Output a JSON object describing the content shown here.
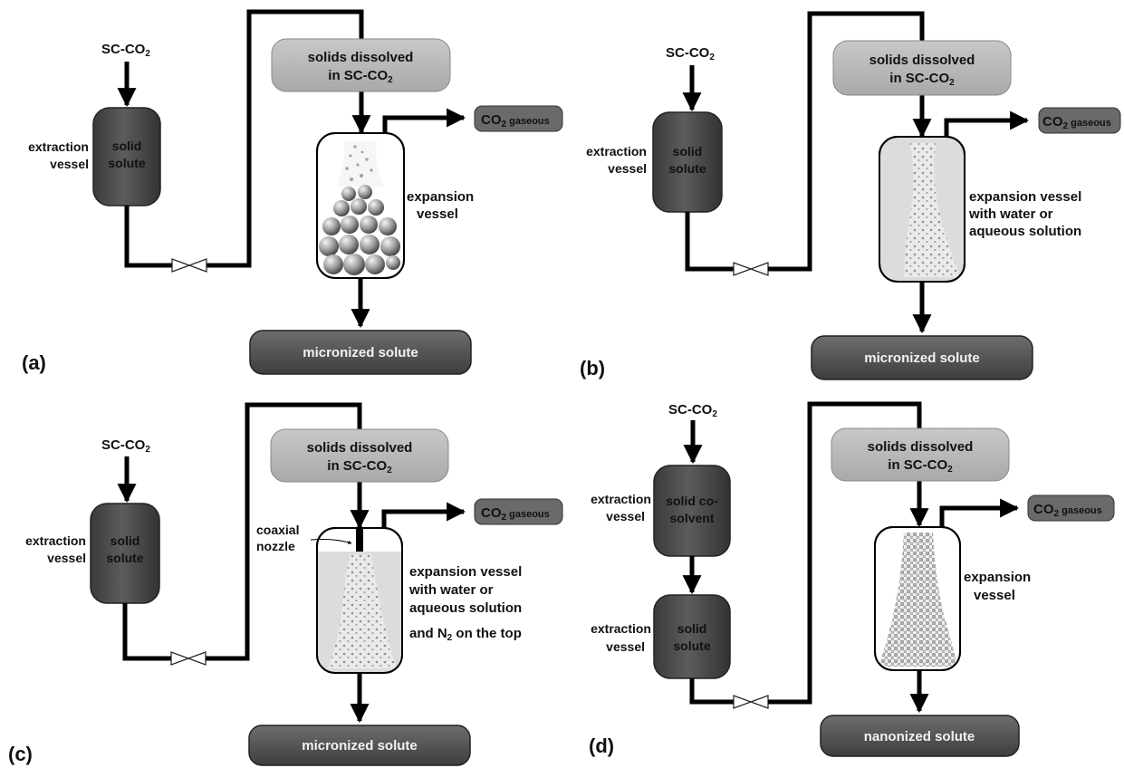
{
  "panels": [
    {
      "label": "(a)",
      "feed": {
        "main": "SC-CO",
        "sub": "2"
      },
      "vessels": [
        {
          "side_label": [
            "extraction",
            "vessel"
          ],
          "content": [
            "solid",
            "solute"
          ]
        }
      ],
      "dissolved": {
        "line1": "solids dissolved",
        "line2_main": "in SC-CO",
        "line2_sub": "2"
      },
      "exhaust": {
        "main": "CO",
        "sub": "2",
        "rest": " gaseous"
      },
      "expansion_label": [
        "expansion",
        "vessel"
      ],
      "product": "micronized solute",
      "fill": "large particles"
    },
    {
      "label": "(b)",
      "feed": {
        "main": "SC-CO",
        "sub": "2"
      },
      "vessels": [
        {
          "side_label": [
            "extraction",
            "vessel"
          ],
          "content": [
            "solid",
            "solute"
          ]
        }
      ],
      "dissolved": {
        "line1": "solids dissolved",
        "line2_main": "in SC-CO",
        "line2_sub": "2"
      },
      "exhaust": {
        "main": "CO",
        "sub": "2",
        "rest": " gaseous"
      },
      "expansion_label": [
        "expansion vessel",
        "with water or",
        "aqueous solution"
      ],
      "product": "micronized solute",
      "fill": "liquid with fine particles"
    },
    {
      "label": "(c)",
      "feed": {
        "main": "SC-CO",
        "sub": "2"
      },
      "vessels": [
        {
          "side_label": [
            "extraction",
            "vessel"
          ],
          "content": [
            "solid",
            "solute"
          ]
        }
      ],
      "dissolved": {
        "line1": "solids dissolved",
        "line2_main": "in SC-CO",
        "line2_sub": "2"
      },
      "exhaust": {
        "main": "CO",
        "sub": "2",
        "rest": " gaseous"
      },
      "expansion_label": [
        "expansion vessel",
        "with water or",
        "aqueous solution"
      ],
      "expansion_extra": {
        "pre": "and N",
        "sub": "2",
        "post": " on the top"
      },
      "nozzle_label": [
        "coaxial",
        "nozzle"
      ],
      "product": "micronized solute",
      "fill": "liquid with fine particles and N2 headspace"
    },
    {
      "label": "(d)",
      "feed": {
        "main": "SC-CO",
        "sub": "2"
      },
      "vessels": [
        {
          "side_label": [
            "extraction",
            "vessel"
          ],
          "content": [
            "solid co-",
            "solvent"
          ]
        },
        {
          "side_label": [
            "extraction",
            "vessel"
          ],
          "content": [
            "solid",
            "solute"
          ]
        }
      ],
      "dissolved": {
        "line1": "solids dissolved",
        "line2_main": "in SC-CO",
        "line2_sub": "2"
      },
      "exhaust": {
        "main": "CO",
        "sub": "2",
        "rest": " gaseous"
      },
      "expansion_label": [
        "expansion",
        "vessel"
      ],
      "product": "nanonized solute",
      "fill": "dense fine particles"
    }
  ],
  "colors": {
    "vessel_dark": "#4d4d4d",
    "product_bar": "#5a5a5a",
    "dissolved_box": "#b9b9b9",
    "exhaust_box": "#6a6a6a",
    "liquid": "#dcdcdc",
    "pipe": "#000000"
  }
}
